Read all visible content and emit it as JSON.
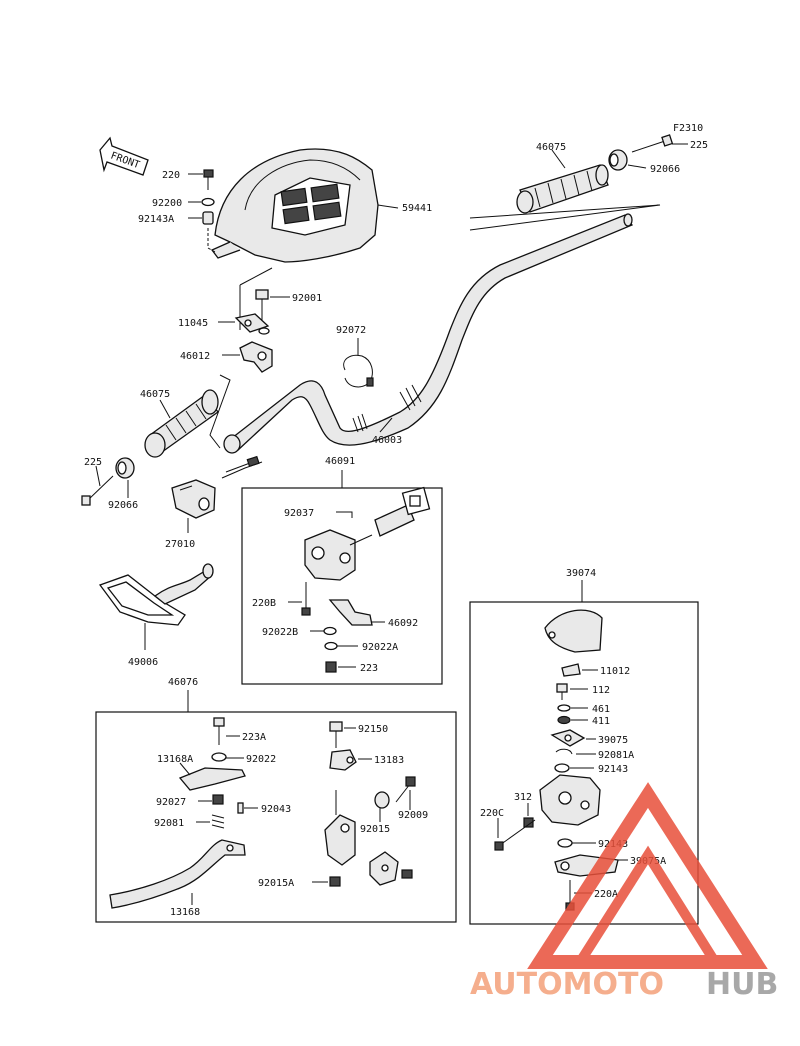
{
  "diagram": {
    "ref_code": "F2310",
    "front_label": "FRONT",
    "parts": {
      "p220": "220",
      "p92200": "92200",
      "p92143A_top": "92143A",
      "p59441": "59441",
      "p46075_right": "46075",
      "p225_right": "225",
      "p92066_right": "92066",
      "p92001": "92001",
      "p11045": "11045",
      "p46012": "46012",
      "p92072": "92072",
      "p46075_left": "46075",
      "p46003": "46003",
      "p225_left": "225",
      "p92066_left": "92066",
      "p46091": "46091",
      "p27010": "27010",
      "p92037": "92037",
      "p220B": "220B",
      "p46092": "46092",
      "p92022B": "92022B",
      "p92022A": "92022A",
      "p223": "223",
      "p49006": "49006",
      "p39074": "39074",
      "p11012": "11012",
      "p112": "112",
      "p461": "461",
      "p411": "411",
      "p39075": "39075",
      "p92081A": "92081A",
      "p92143_a": "92143",
      "p312": "312",
      "p220C": "220C",
      "p92143_b": "92143",
      "p39075A": "39075A",
      "p220A": "220A",
      "p46076": "46076",
      "p223A": "223A",
      "p92150": "92150",
      "p13168A": "13168A",
      "p92022": "92022",
      "p13183": "13183",
      "p92027": "92027",
      "p92043": "92043",
      "p92009": "92009",
      "p92081": "92081",
      "p92015": "92015",
      "p92015A": "92015A",
      "p13168": "13168"
    },
    "watermark": {
      "text_a": "AUTOMOTO",
      "text_b": "HUB",
      "color_a": "#f4a07a",
      "color_b": "#9a9a9a",
      "triangle_color": "#e8503a"
    }
  }
}
